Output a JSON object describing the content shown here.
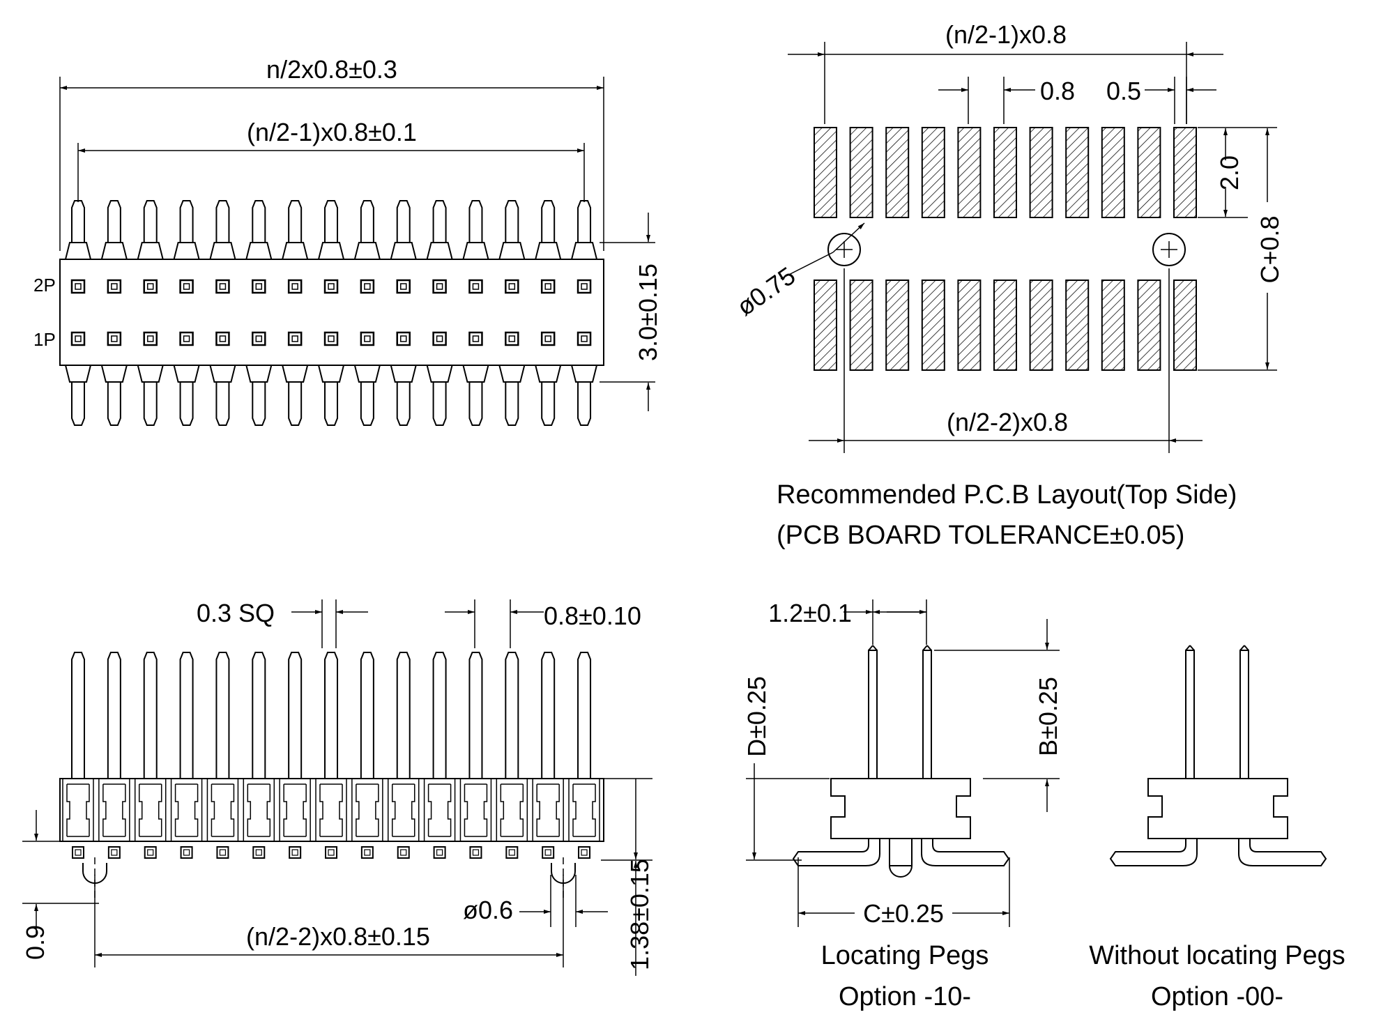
{
  "views": {
    "top_view": {
      "overall_width": "n/2x0.8±0.3",
      "pin_span": "(n/2-1)x0.8±0.1",
      "body_height": "3.0±0.15",
      "row_label_upper": "2P",
      "row_label_lower": "1P",
      "pin_count_per_row": 15
    },
    "pcb_layout": {
      "pad_span": "(n/2-1)x0.8",
      "pad_pitch": "0.8",
      "pad_width": "0.5",
      "pad_length": "2.0",
      "row_span": "C+0.8",
      "hole_diameter": "ø0.75",
      "hole_span": "(n/2-2)x0.8",
      "pads_per_row": 11,
      "caption_line1": "Recommended P.C.B Layout(Top Side)",
      "caption_line2": "(PCB BOARD TOLERANCE±0.05)"
    },
    "front_view": {
      "pin_size": "0.3 SQ",
      "pitch": "0.8±0.10",
      "peg_height": "0.9",
      "peg_diameter": "ø0.6",
      "peg_span": "(n/2-2)x0.8±0.15",
      "body_height": "1.38±0.15",
      "pin_count": 15
    },
    "side_view_pegs": {
      "row_pitch": "1.2±0.1",
      "pin_length_d": "D±0.25",
      "pin_length_b": "B±0.25",
      "foot_span": "C±0.25",
      "caption_line1": "Locating Pegs",
      "caption_line2": "Option -10-"
    },
    "side_view_no_pegs": {
      "caption_line1": "Without locating Pegs",
      "caption_line2": "Option -00-"
    }
  }
}
